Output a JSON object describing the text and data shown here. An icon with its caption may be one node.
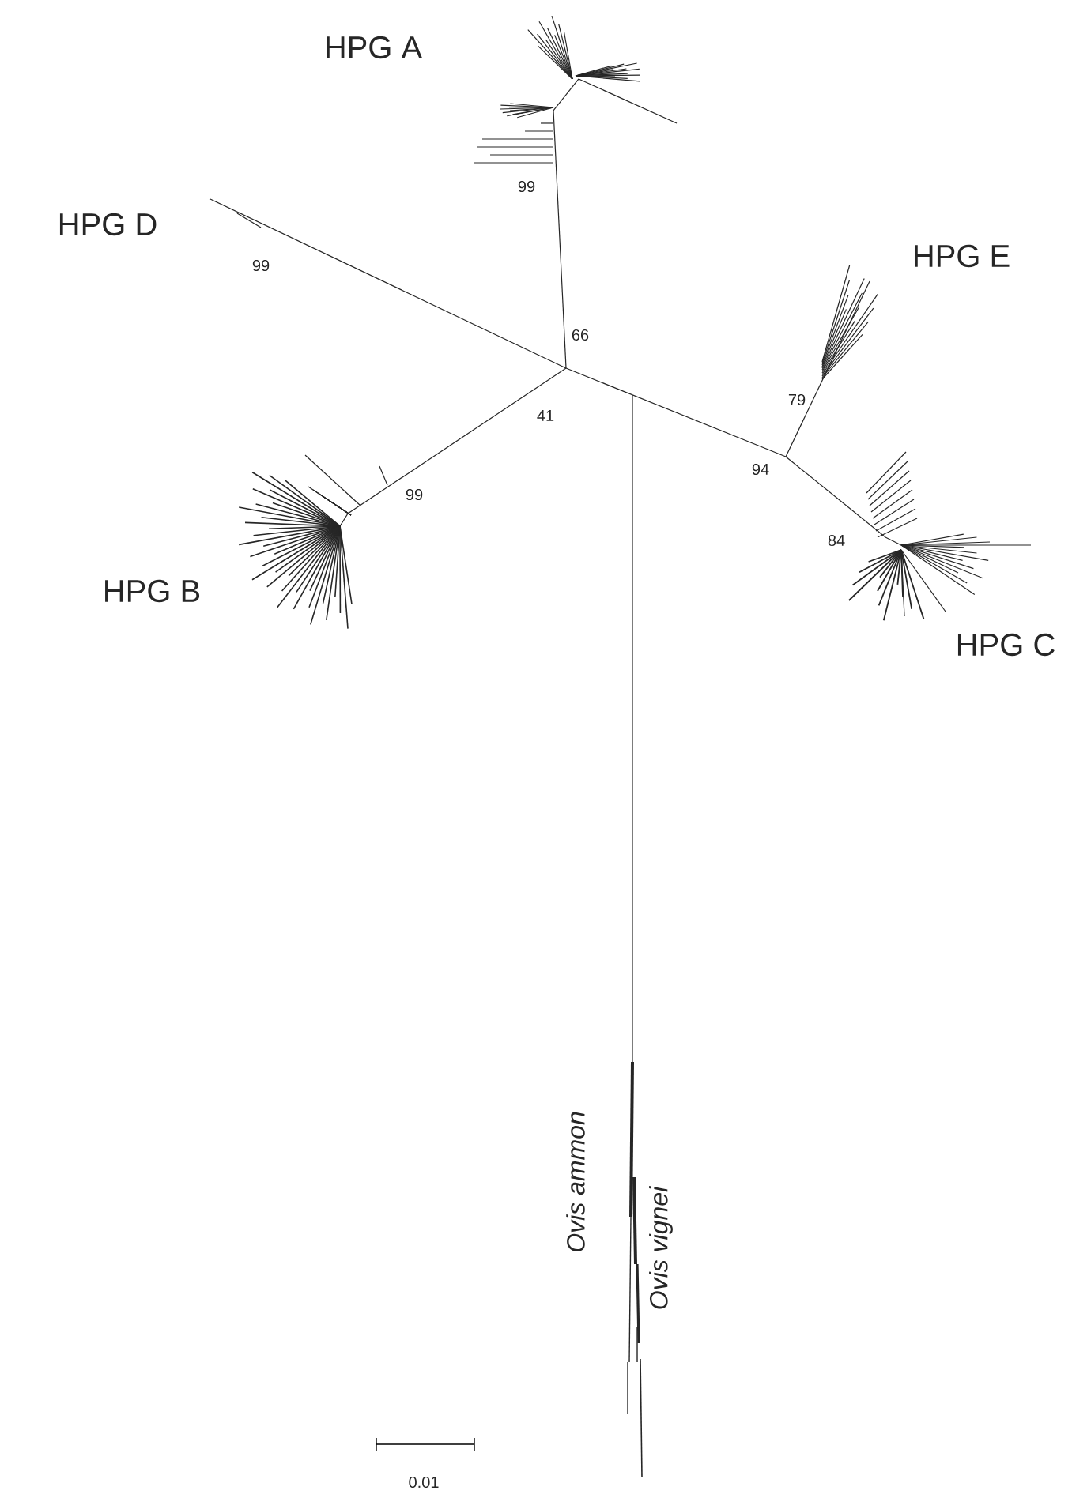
{
  "diagram": {
    "labels": [
      "HPG A",
      "99",
      "HPG D",
      "99",
      "HPG E",
      "66",
      "79",
      "41",
      "94",
      "99",
      "84",
      "HPG B",
      "HPG C",
      "Ovis ammon",
      "Ovis vignei",
      "0.01"
    ]
  }
}
